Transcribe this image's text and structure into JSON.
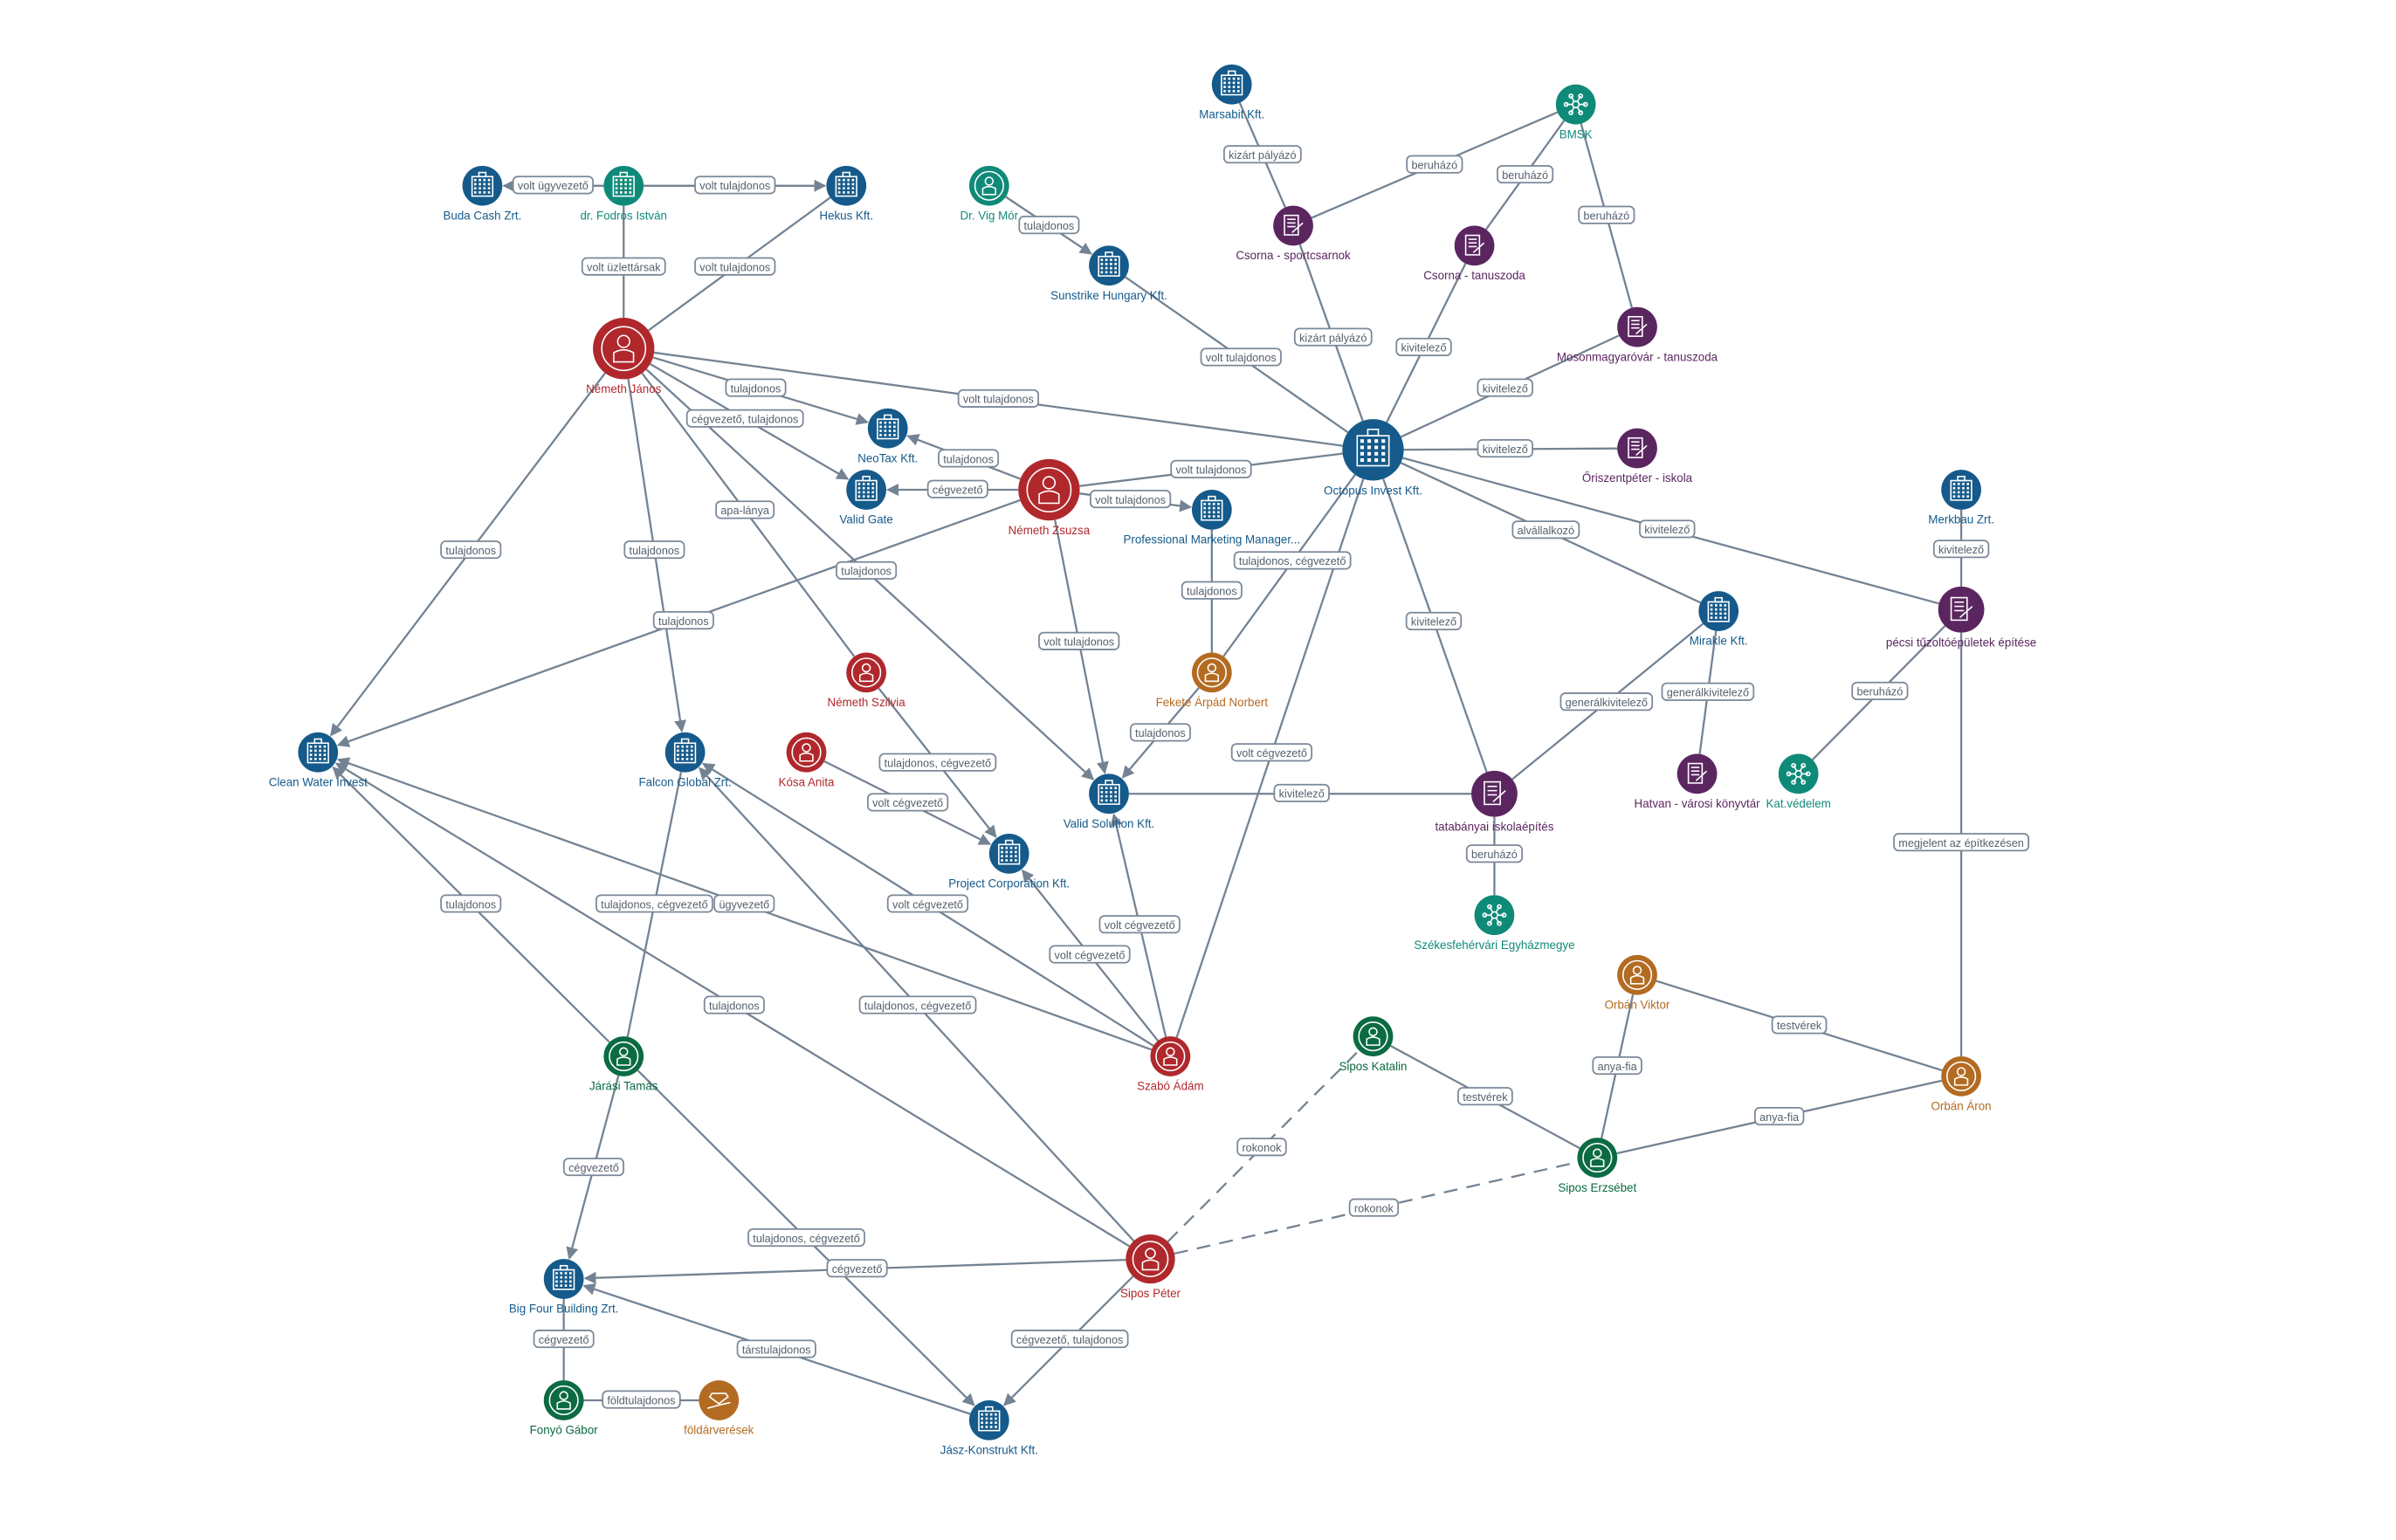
{
  "colors": {
    "company": "#155a8a",
    "teal": "#0f8a78",
    "person_red": "#b0282c",
    "person_green": "#0b6b43",
    "person_orange": "#b36b22",
    "project": "#5b2660",
    "edge": "#748393"
  },
  "nodes": [
    {
      "id": "buda_cash",
      "label": "Buda Cash Zrt.",
      "type": "company",
      "color": "#155a8a",
      "icon": "building-icon"
    },
    {
      "id": "fodros",
      "label": "dr. Fodros István",
      "type": "company",
      "color": "#0f8a78",
      "icon": "building-icon"
    },
    {
      "id": "hekus",
      "label": "Hekus Kft.",
      "type": "company",
      "color": "#155a8a",
      "icon": "building-icon"
    },
    {
      "id": "vig_mor",
      "label": "Dr. Vig Mór",
      "type": "person",
      "color": "#0f8a78",
      "icon": "person-icon"
    },
    {
      "id": "marsabit",
      "label": "Marsabit Kft.",
      "type": "company",
      "color": "#155a8a",
      "icon": "building-icon"
    },
    {
      "id": "bmsk",
      "label": "BMSK",
      "type": "organization",
      "color": "#0f8a78",
      "icon": "network-icon"
    },
    {
      "id": "sunstrike",
      "label": "Sunstrike Hungary Kft.",
      "type": "company",
      "color": "#155a8a",
      "icon": "building-icon"
    },
    {
      "id": "csorna_sport",
      "label": "Csorna - sportcsarnok",
      "type": "project",
      "color": "#5b2660",
      "icon": "contract-icon"
    },
    {
      "id": "csorna_tan",
      "label": "Csorna - tanuszoda",
      "type": "project",
      "color": "#5b2660",
      "icon": "contract-icon"
    },
    {
      "id": "moson",
      "label": "Mosonmagyaróvár - tanuszoda",
      "type": "project",
      "color": "#5b2660",
      "icon": "contract-icon"
    },
    {
      "id": "nemeth_janos",
      "label": "Németh János",
      "type": "person",
      "color": "#b0282c",
      "icon": "person-icon"
    },
    {
      "id": "neotax",
      "label": "NeoTax Kft.",
      "type": "company",
      "color": "#155a8a",
      "icon": "building-icon"
    },
    {
      "id": "valid_gate",
      "label": "Valid Gate",
      "type": "company",
      "color": "#155a8a",
      "icon": "building-icon"
    },
    {
      "id": "nemeth_zsuzsa",
      "label": "Németh Zsuzsa",
      "type": "person",
      "color": "#b0282c",
      "icon": "person-icon"
    },
    {
      "id": "octopus",
      "label": "Octopus Invest Kft.",
      "type": "company",
      "color": "#155a8a",
      "icon": "building-icon"
    },
    {
      "id": "oriszent",
      "label": "Őriszentpéter - iskola",
      "type": "project",
      "color": "#5b2660",
      "icon": "contract-icon"
    },
    {
      "id": "pmm",
      "label": "Professional Marketing Manager...",
      "type": "company",
      "color": "#155a8a",
      "icon": "building-icon"
    },
    {
      "id": "merkbau",
      "label": "Merkbau Zrt.",
      "type": "company",
      "color": "#155a8a",
      "icon": "building-icon"
    },
    {
      "id": "pecsi",
      "label": "pécsi tűzoltóépületek építése",
      "type": "project",
      "color": "#5b2660",
      "icon": "contract-icon"
    },
    {
      "id": "mirakle",
      "label": "Mirakle Kft.",
      "type": "company",
      "color": "#155a8a",
      "icon": "building-icon"
    },
    {
      "id": "nemeth_szilvia",
      "label": "Németh Szilvia",
      "type": "person",
      "color": "#b0282c",
      "icon": "person-icon"
    },
    {
      "id": "fekete",
      "label": "Fekete Árpád Norbert",
      "type": "person",
      "color": "#b36b22",
      "icon": "person-icon"
    },
    {
      "id": "clean_water",
      "label": "Clean Water Invest",
      "type": "company",
      "color": "#155a8a",
      "icon": "building-icon"
    },
    {
      "id": "falcon",
      "label": "Falcon Global Zrt.",
      "type": "company",
      "color": "#155a8a",
      "icon": "building-icon"
    },
    {
      "id": "kosa",
      "label": "Kósa Anita",
      "type": "person",
      "color": "#b0282c",
      "icon": "person-icon"
    },
    {
      "id": "hatvan",
      "label": "Hatvan - városi könyvtár",
      "type": "project",
      "color": "#5b2660",
      "icon": "contract-icon"
    },
    {
      "id": "kat",
      "label": "Kat.védelem",
      "type": "organization",
      "color": "#0f8a78",
      "icon": "network-icon"
    },
    {
      "id": "valid_sol",
      "label": "Valid Solution Kft.",
      "type": "company",
      "color": "#155a8a",
      "icon": "building-icon"
    },
    {
      "id": "tatab",
      "label": "tatabányai iskolaépítés",
      "type": "project",
      "color": "#5b2660",
      "icon": "contract-icon"
    },
    {
      "id": "project_corp",
      "label": "Project Corporation Kft.",
      "type": "company",
      "color": "#155a8a",
      "icon": "building-icon"
    },
    {
      "id": "szekes",
      "label": "Székesfehérvári Egyházmegye",
      "type": "organization",
      "color": "#0f8a78",
      "icon": "network-icon"
    },
    {
      "id": "orban_viktor",
      "label": "Orbán Viktor",
      "type": "person",
      "color": "#b36b22",
      "icon": "person-icon"
    },
    {
      "id": "sipos_katalin",
      "label": "Sipos Katalin",
      "type": "person",
      "color": "#0b6b43",
      "icon": "person-icon"
    },
    {
      "id": "jarasi",
      "label": "Járási Tamás",
      "type": "person",
      "color": "#0b6b43",
      "icon": "person-icon"
    },
    {
      "id": "szabo",
      "label": "Szabó Ádám",
      "type": "person",
      "color": "#b0282c",
      "icon": "person-icon"
    },
    {
      "id": "orban_aron",
      "label": "Orbán Áron",
      "type": "person",
      "color": "#b36b22",
      "icon": "person-icon"
    },
    {
      "id": "sipos_erzsebet",
      "label": "Sipos Erzsébet",
      "type": "person",
      "color": "#0b6b43",
      "icon": "person-icon"
    },
    {
      "id": "sipos_peter",
      "label": "Sipos Péter",
      "type": "person",
      "color": "#b0282c",
      "icon": "person-icon"
    },
    {
      "id": "big_four",
      "label": "Big Four Building Zrt.",
      "type": "company",
      "color": "#155a8a",
      "icon": "building-icon"
    },
    {
      "id": "fonyo",
      "label": "Fonyó Gábor",
      "type": "person",
      "color": "#0b6b43",
      "icon": "person-icon"
    },
    {
      "id": "foldar",
      "label": "földárverések",
      "type": "event",
      "color": "#b36b22",
      "icon": "diamond-hand-icon"
    },
    {
      "id": "jasz",
      "label": "Jász-Konstrukt Kft.",
      "type": "company",
      "color": "#155a8a",
      "icon": "building-icon"
    }
  ],
  "edges": [
    {
      "from": "fodros",
      "to": "buda_cash",
      "label": "volt ügyvezető",
      "arrow": true
    },
    {
      "from": "fodros",
      "to": "hekus",
      "label": "volt tulajdonos",
      "arrow": true
    },
    {
      "from": "fodros",
      "to": "nemeth_janos",
      "label": "volt üzlettársak"
    },
    {
      "from": "nemeth_janos",
      "to": "hekus",
      "label": "volt tulajdonos"
    },
    {
      "from": "marsabit",
      "to": "csorna_sport",
      "label": "kizárt pályázó"
    },
    {
      "from": "bmsk",
      "to": "csorna_sport",
      "label": "beruházó"
    },
    {
      "from": "bmsk",
      "to": "csorna_tan",
      "label": "beruházó"
    },
    {
      "from": "bmsk",
      "to": "moson",
      "label": "beruházó"
    },
    {
      "from": "vig_mor",
      "to": "sunstrike",
      "label": "tulajdonos",
      "arrow": true
    },
    {
      "from": "sunstrike",
      "to": "octopus",
      "label": "volt tulajdonos"
    },
    {
      "from": "csorna_sport",
      "to": "octopus",
      "label": "kizárt pályázó"
    },
    {
      "from": "csorna_tan",
      "to": "octopus",
      "label": "kivitelező"
    },
    {
      "from": "moson",
      "to": "octopus",
      "label": "kivitelező"
    },
    {
      "from": "nemeth_janos",
      "to": "octopus",
      "label": "volt tulajdonos"
    },
    {
      "from": "nemeth_janos",
      "to": "neotax",
      "label": "tulajdonos",
      "arrow": true
    },
    {
      "from": "nemeth_janos",
      "to": "valid_gate",
      "label": "cégvezető, tulajdonos",
      "arrow": true
    },
    {
      "from": "nemeth_zsuzsa",
      "to": "neotax",
      "label": "tulajdonos",
      "arrow": true
    },
    {
      "from": "nemeth_zsuzsa",
      "to": "valid_gate",
      "label": "cégvezető",
      "arrow": true
    },
    {
      "from": "nemeth_zsuzsa",
      "to": "octopus",
      "label": "volt tulajdonos"
    },
    {
      "from": "nemeth_zsuzsa",
      "to": "pmm",
      "label": "volt tulajdonos",
      "arrow": true
    },
    {
      "from": "octopus",
      "to": "oriszent",
      "label": "kivitelező"
    },
    {
      "from": "nemeth_janos",
      "to": "clean_water",
      "label": "tulajdonos",
      "arrow": true
    },
    {
      "from": "nemeth_janos",
      "to": "falcon",
      "label": "tulajdonos",
      "arrow": true
    },
    {
      "from": "nemeth_janos",
      "to": "nemeth_szilvia",
      "label": "apa-lánya"
    },
    {
      "from": "nemeth_janos",
      "to": "valid_sol",
      "label": "tulajdonos",
      "arrow": true
    },
    {
      "from": "nemeth_zsuzsa",
      "to": "clean_water",
      "label": "tulajdonos",
      "arrow": true
    },
    {
      "from": "nemeth_zsuzsa",
      "to": "valid_sol",
      "label": "volt tulajdonos",
      "arrow": true
    },
    {
      "from": "pmm",
      "to": "fekete",
      "label": "tulajdonos"
    },
    {
      "from": "octopus",
      "to": "fekete",
      "label": "tulajdonos, cégvezető"
    },
    {
      "from": "octopus",
      "to": "mirakle",
      "label": "alvállalkozó"
    },
    {
      "from": "octopus",
      "to": "pecsi",
      "label": "kivitelező"
    },
    {
      "from": "octopus",
      "to": "tatab",
      "label": "kivitelező"
    },
    {
      "from": "octopus",
      "to": "szabo",
      "label": "volt cégvezető"
    },
    {
      "from": "merkbau",
      "to": "pecsi",
      "label": "kivitelező"
    },
    {
      "from": "mirakle",
      "to": "tatab",
      "label": "generálkivitelező"
    },
    {
      "from": "mirakle",
      "to": "hatvan",
      "label": "generálkivitelező"
    },
    {
      "from": "pecsi",
      "to": "kat",
      "label": "beruházó"
    },
    {
      "from": "pecsi",
      "to": "orban_aron",
      "label": "megjelent az építkezésen"
    },
    {
      "from": "fekete",
      "to": "valid_sol",
      "label": "tulajdonos",
      "arrow": true
    },
    {
      "from": "valid_sol",
      "to": "tatab",
      "label": "kivitelező"
    },
    {
      "from": "tatab",
      "to": "szekes",
      "label": "beruházó"
    },
    {
      "from": "nemeth_szilvia",
      "to": "project_corp",
      "label": "tulajdonos, cégvezető",
      "arrow": true
    },
    {
      "from": "kosa",
      "to": "project_corp",
      "label": "volt cégvezető",
      "arrow": true
    },
    {
      "from": "szabo",
      "to": "valid_sol",
      "label": "volt cégvezető",
      "arrow": true
    },
    {
      "from": "szabo",
      "to": "project_corp",
      "label": "volt cégvezető",
      "arrow": true
    },
    {
      "from": "szabo",
      "to": "falcon",
      "label": "volt cégvezető",
      "arrow": true
    },
    {
      "from": "szabo",
      "to": "clean_water",
      "label": "ügyvezető",
      "arrow": true
    },
    {
      "from": "jarasi",
      "to": "clean_water",
      "label": "tulajdonos",
      "arrow": true
    },
    {
      "from": "jarasi",
      "to": "falcon",
      "label": "tulajdonos, cégvezető"
    },
    {
      "from": "sipos_peter",
      "to": "clean_water",
      "label": "tulajdonos",
      "arrow": true
    },
    {
      "from": "sipos_peter",
      "to": "falcon",
      "label": "tulajdonos, cégvezető",
      "arrow": true
    },
    {
      "from": "jarasi",
      "to": "big_four",
      "label": "cégvezető",
      "arrow": true
    },
    {
      "from": "jarasi",
      "to": "jasz",
      "label": "tulajdonos, cégvezető",
      "arrow": true
    },
    {
      "from": "sipos_peter",
      "to": "big_four",
      "label": "cégvezető",
      "arrow": true
    },
    {
      "from": "jasz",
      "to": "big_four",
      "label": "társtulajdonos",
      "arrow": true
    },
    {
      "from": "sipos_peter",
      "to": "jasz",
      "label": "cégvezető, tulajdonos",
      "arrow": true
    },
    {
      "from": "big_four",
      "to": "fonyo",
      "label": "cégvezető"
    },
    {
      "from": "fonyo",
      "to": "foldar",
      "label": "földtulajdonos"
    },
    {
      "from": "sipos_peter",
      "to": "sipos_katalin",
      "label": "rokonok",
      "dashed": true
    },
    {
      "from": "sipos_peter",
      "to": "sipos_erzsebet",
      "label": "rokonok",
      "dashed": true
    },
    {
      "from": "sipos_katalin",
      "to": "sipos_erzsebet",
      "label": "testvérek"
    },
    {
      "from": "orban_viktor",
      "to": "sipos_erzsebet",
      "label": "anya-fia"
    },
    {
      "from": "orban_viktor",
      "to": "orban_aron",
      "label": "testvérek"
    },
    {
      "from": "sipos_erzsebet",
      "to": "orban_aron",
      "label": "anya-fia"
    }
  ]
}
